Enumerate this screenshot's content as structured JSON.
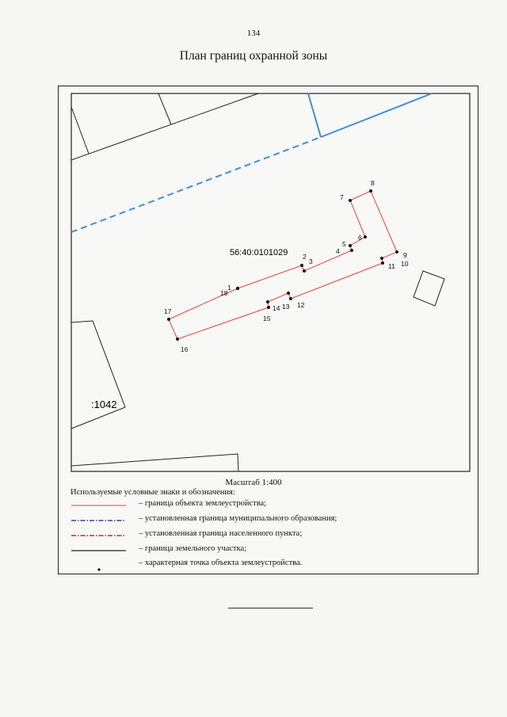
{
  "header": {
    "page_number": "134",
    "title": "План границ охранной зоны"
  },
  "map": {
    "cadastral_block": "56:40:0101029",
    "parcel_label": ":1042",
    "colors": {
      "object_boundary": "#e0453a",
      "municipal_boundary": "#3f8fd2",
      "parcel_boundary": "#222222",
      "point": "#111111"
    },
    "points": [
      {
        "id": "1",
        "label": "1"
      },
      {
        "id": "18",
        "label": "18"
      },
      {
        "id": "2",
        "label": "2"
      },
      {
        "id": "3",
        "label": "3"
      },
      {
        "id": "4",
        "label": "4"
      },
      {
        "id": "5",
        "label": "5"
      },
      {
        "id": "6",
        "label": "6"
      },
      {
        "id": "7",
        "label": "7"
      },
      {
        "id": "8",
        "label": "8"
      },
      {
        "id": "9",
        "label": "9"
      },
      {
        "id": "10",
        "label": "10"
      },
      {
        "id": "11",
        "label": "11"
      },
      {
        "id": "12",
        "label": "12"
      },
      {
        "id": "13",
        "label": "13"
      },
      {
        "id": "14",
        "label": "14"
      },
      {
        "id": "15",
        "label": "15"
      },
      {
        "id": "16",
        "label": "16"
      },
      {
        "id": "17",
        "label": "17"
      }
    ]
  },
  "scale": "Масштаб 1:400",
  "legend": {
    "title": "Используемые условные знаки и обозначения:",
    "items": [
      {
        "key": "object",
        "color": "#e0453a",
        "text": "– граница объекта землеустройства;"
      },
      {
        "key": "municipal",
        "color": "#3a3a9a",
        "text": "– установленная граница муниципального образования;"
      },
      {
        "key": "settlement",
        "color": "#b0302a",
        "text": "– установленная граница населенного пункта;"
      },
      {
        "key": "parcel",
        "color": "#222222",
        "text": "– граница земельного участка;"
      },
      {
        "key": "point",
        "color": "#111111",
        "text": "– характерная точка объекта землеустройства."
      }
    ]
  }
}
